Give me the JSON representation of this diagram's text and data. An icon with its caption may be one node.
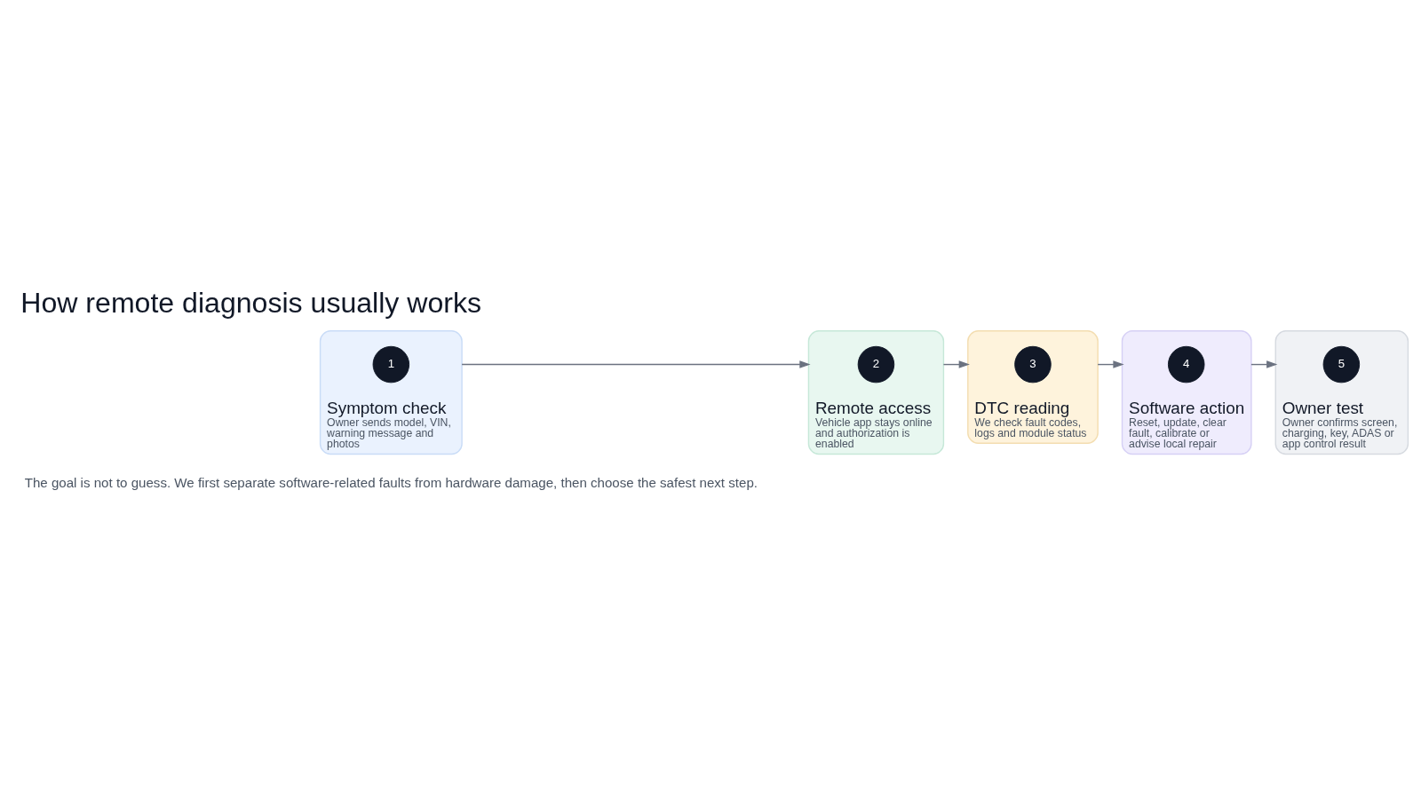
{
  "diagram": {
    "title": "How remote diagnosis usually works",
    "caption": "The goal is not to guess. We first separate software-related faults from hardware damage, then choose the safest next step.",
    "nodes": [
      {
        "text": [
          "Symptom check",
          "Owner sends model, VIN, warning message and photos"
        ]
      },
      {
        "text": [
          "1"
        ],
        "in": 0
      },
      {
        "text": [
          "Remote access",
          "Vehicle app stays online and authorization is enabled"
        ]
      },
      {
        "text": [
          "2"
        ],
        "in": 2
      },
      {
        "text": [
          "DTC reading",
          "We check fault codes, logs and module status"
        ]
      },
      {
        "text": [
          "3"
        ],
        "in": 4
      },
      {
        "text": [
          "Software action",
          "Reset, update, clear fault, calibrate or advise local repair"
        ]
      },
      {
        "text": [
          "4"
        ],
        "in": 6
      },
      {
        "text": [
          "Owner test",
          "Owner confirms screen, charging, key, ADAS or app control result"
        ]
      },
      {
        "text": [
          "5"
        ],
        "in": 8
      }
    ],
    "edges": [
      {
        "from": 0,
        "to": 2,
        "arrow": "to"
      },
      {
        "from": 2,
        "to": 4,
        "arrow": "to"
      },
      {
        "from": 4,
        "to": 6,
        "arrow": "to"
      },
      {
        "from": 6,
        "to": 8,
        "arrow": "to"
      }
    ]
  }
}
